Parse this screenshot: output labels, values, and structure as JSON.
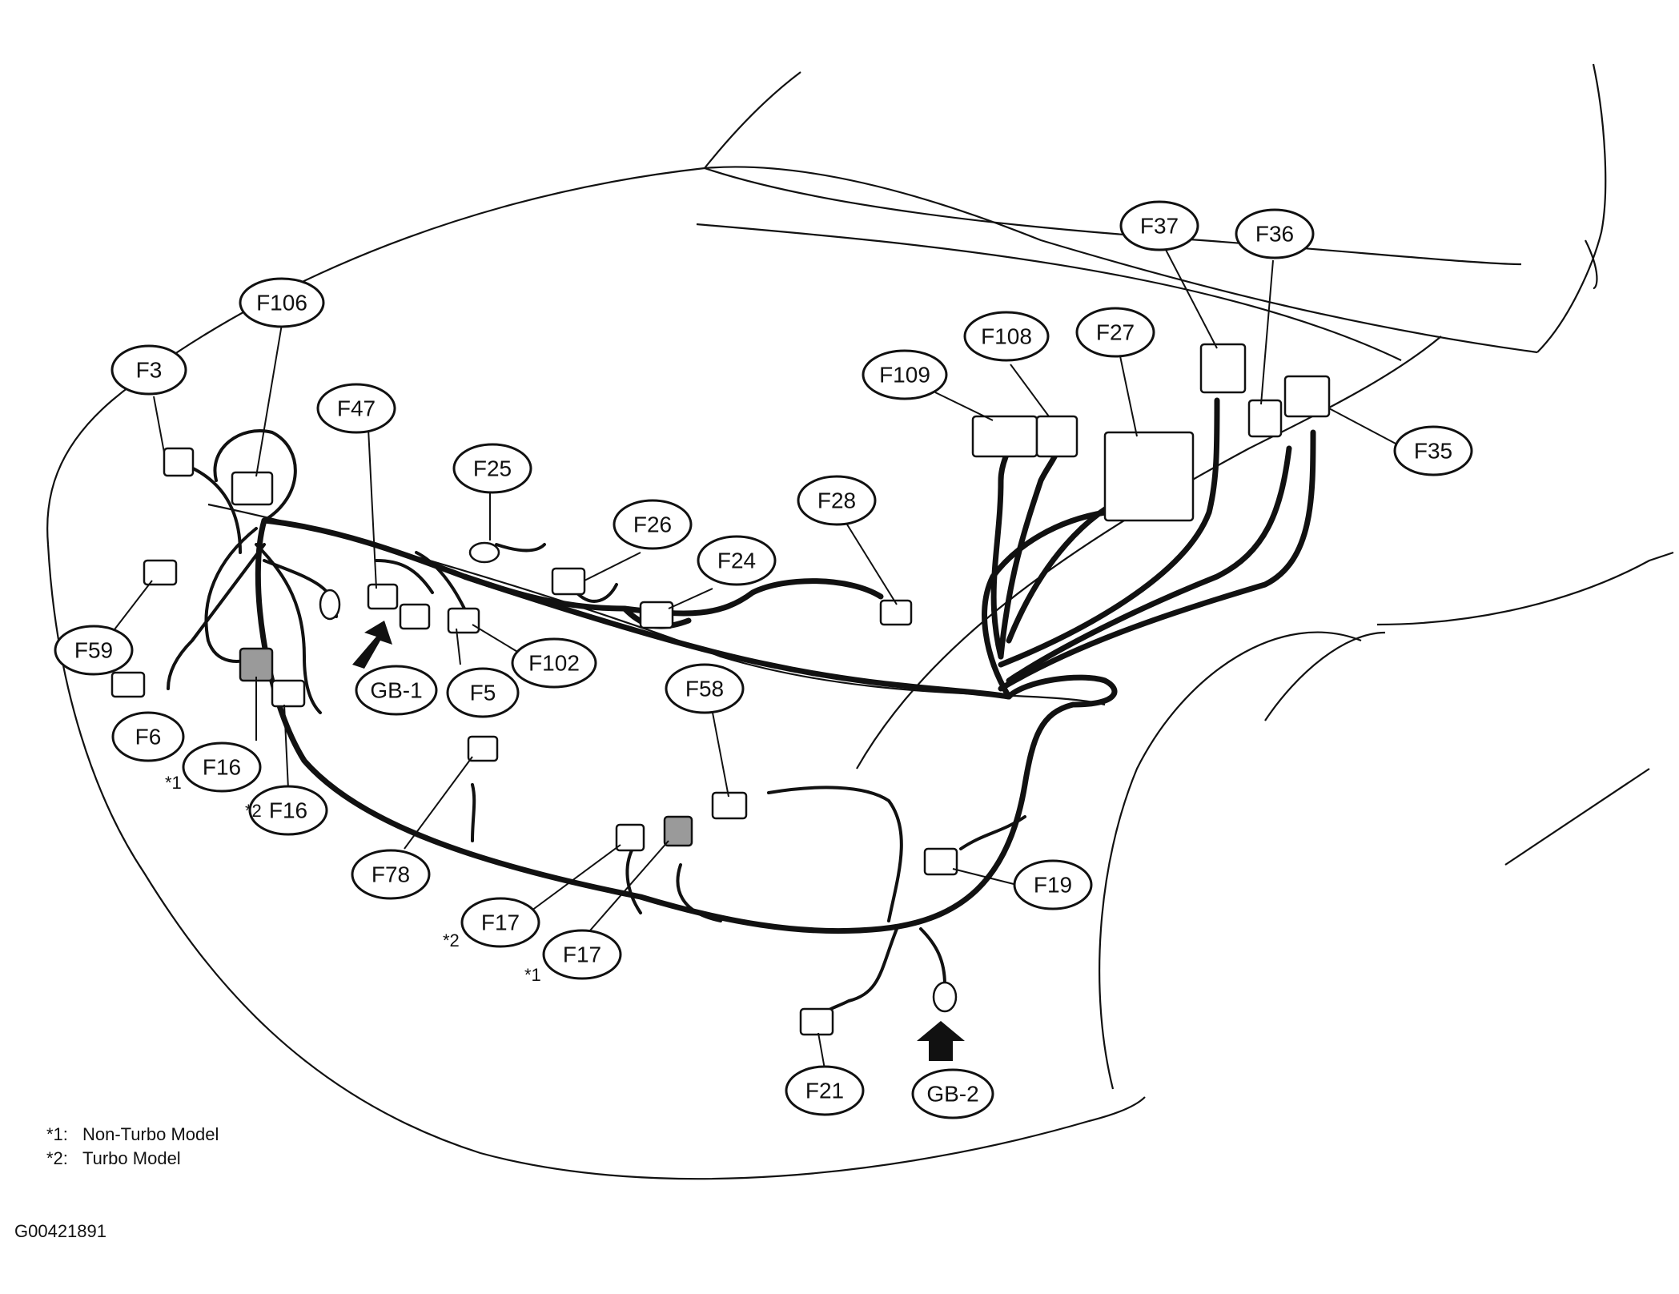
{
  "connectors": {
    "F3": "F3",
    "F106": "F106",
    "F47": "F47",
    "F25": "F25",
    "F26": "F26",
    "F24": "F24",
    "F28": "F28",
    "F109": "F109",
    "F108": "F108",
    "F27": "F27",
    "F37": "F37",
    "F36": "F36",
    "F35": "F35",
    "F59": "F59",
    "F6": "F6",
    "F16a": "F16",
    "F16b": "F16",
    "GB1": "GB-1",
    "F5": "F5",
    "F102": "F102",
    "F58": "F58",
    "F78": "F78",
    "F17a": "F17",
    "F17b": "F17",
    "F19": "F19",
    "F21": "F21",
    "GB2": "GB-2"
  },
  "marks": {
    "star1_f16": "*1",
    "star2_f16": "*2",
    "star2_f17": "*2",
    "star1_f17": "*1"
  },
  "legend": {
    "line1_key": "*1:",
    "line1_text": "Non-Turbo Model",
    "line2_key": "*2:",
    "line2_text": "Turbo Model"
  },
  "figure_id": "G00421891"
}
